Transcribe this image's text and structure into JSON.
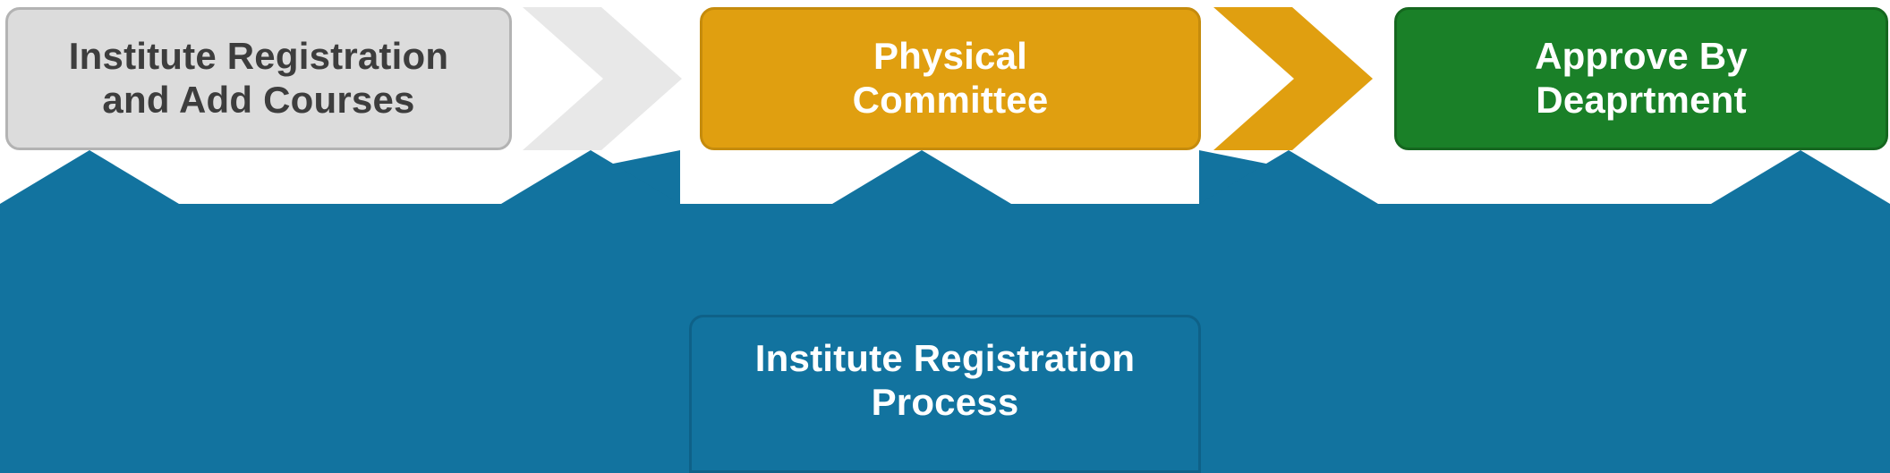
{
  "diagram": {
    "type": "process-flow",
    "title_box": {
      "label": "Institute Registration\nProcess",
      "line1": "Institute Registration",
      "line2": "Process",
      "color": "#12739F"
    },
    "steps": [
      {
        "id": "step-1",
        "line1": "Institute Registration",
        "line2": "and Add Courses",
        "fill_color": "#DCDCDC",
        "text_color": "#3D3D3D"
      },
      {
        "id": "step-2",
        "line1": "Physical",
        "line2": "Committee",
        "fill_color": "#E09F10",
        "text_color": "#FFFFFF"
      },
      {
        "id": "step-3",
        "line1": "Approve By",
        "line2": "Deaprtment",
        "fill_color": "#1A8028",
        "text_color": "#FFFFFF"
      }
    ],
    "connectors": [
      {
        "id": "connector-1",
        "shape": "chevron-right",
        "fill_color": "#E8E8E8"
      },
      {
        "id": "connector-2",
        "shape": "chevron-right",
        "fill_color": "#E09F10"
      }
    ]
  }
}
